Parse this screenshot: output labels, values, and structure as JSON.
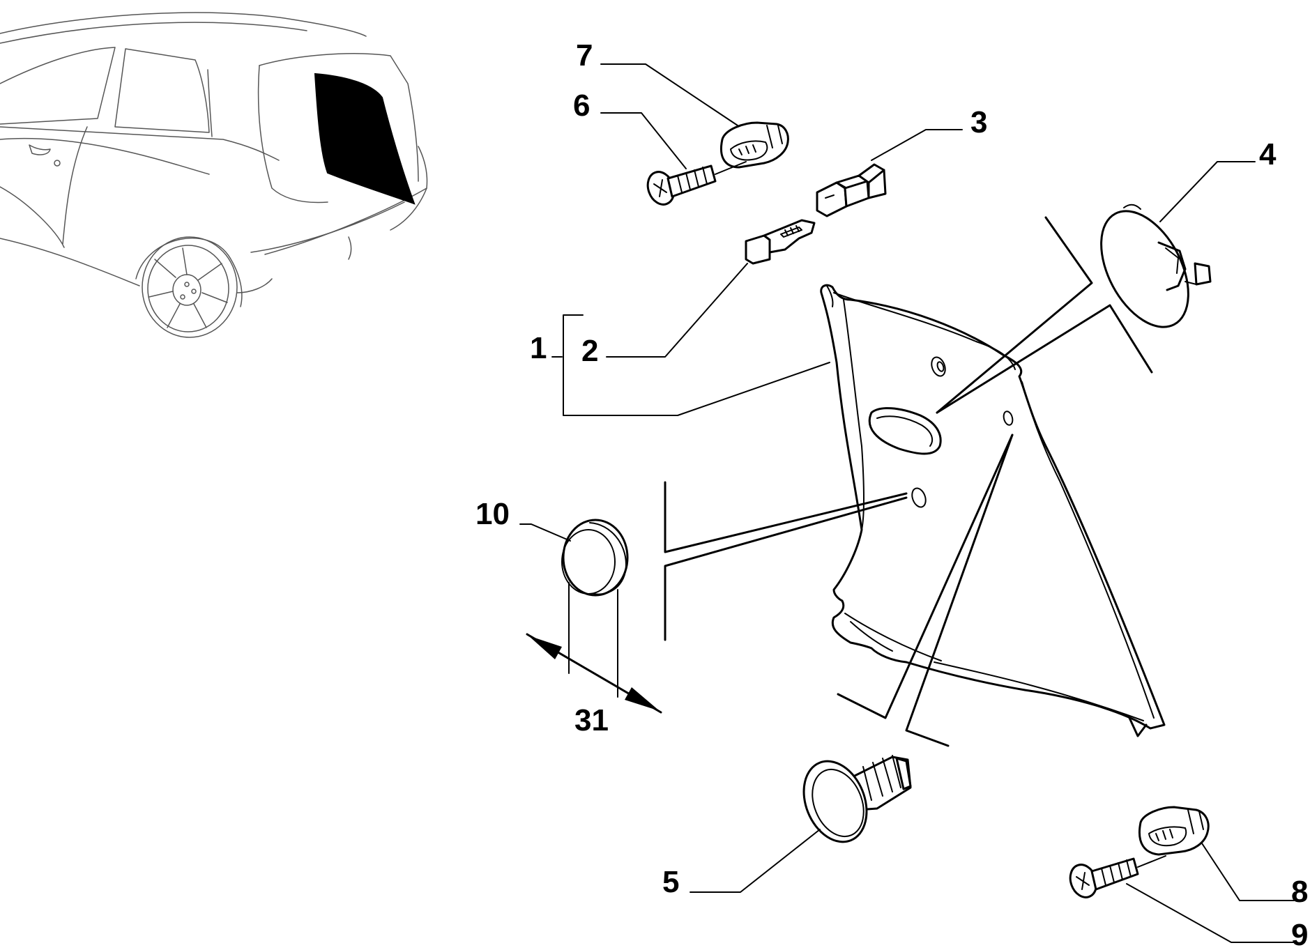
{
  "diagram": {
    "callouts": {
      "c1": "1",
      "c2": "2",
      "c3": "3",
      "c4": "4",
      "c5": "5",
      "c6": "6",
      "c7": "7",
      "c8": "8",
      "c9": "9",
      "c10": "10"
    },
    "dimension": {
      "value": "31"
    }
  }
}
